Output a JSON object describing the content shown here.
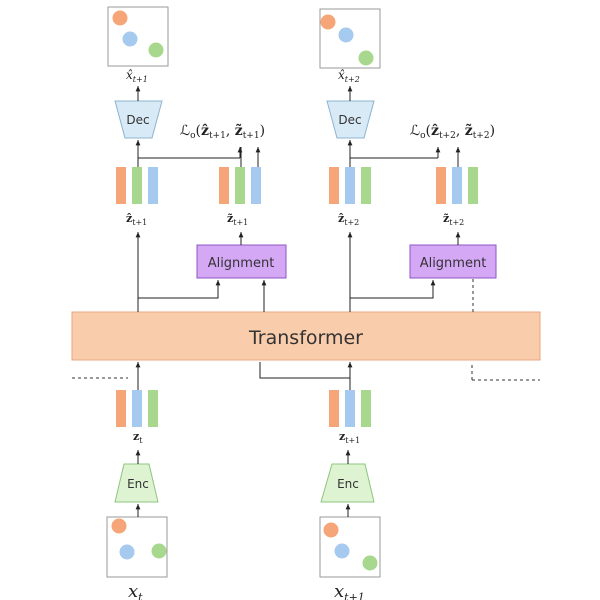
{
  "blocks": {
    "transformer": "Transformer",
    "alignment_left": "Alignment",
    "alignment_right": "Alignment",
    "dec_left": "Dec",
    "dec_right": "Dec",
    "enc_left": "Enc",
    "enc_right": "Enc"
  },
  "labels": {
    "input_left": "x_t",
    "input_left_sub": "t",
    "input_right": "x_{t+1}",
    "input_right_sub": "t+1",
    "z_left": "z_t",
    "z_right": "z_{t+1}",
    "zhat_left": "ẑ_{t+1}",
    "zhat_right": "ẑ_{t+2}",
    "ztilde_left": "z̃_{t+1}",
    "ztilde_right": "z̃_{t+2}",
    "xhat_left": "x̂_{t+1}",
    "xhat_right": "x̂_{t+2}",
    "loss_left": "ℒo(ẑ_{t+1}, z̃_{t+1})",
    "loss_right": "ℒo(ẑ_{t+2}, z̃_{t+2})"
  },
  "colors": {
    "transformer_fill": "#F9CCAB",
    "transformer_stroke": "#E8A882",
    "alignment_fill": "#D5A8F5",
    "alignment_stroke": "#8E55C5",
    "coder_fill": "#D8EAF6",
    "coder_stroke": "#8CB4D0",
    "enc_fill": "#DDF3D2",
    "enc_stroke": "#8FC47E",
    "orange": "#F5A577",
    "blue": "#A6C9EF",
    "green": "#A8D88E"
  }
}
